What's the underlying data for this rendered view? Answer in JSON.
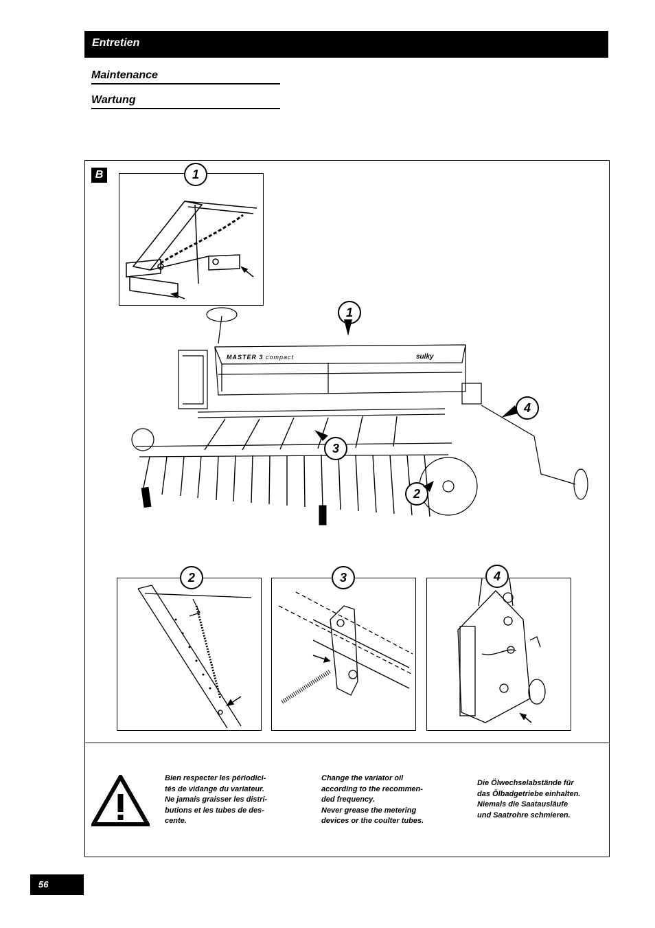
{
  "header": {
    "title": "Entretien"
  },
  "subtitles": {
    "en": "Maintenance",
    "de": "Wartung"
  },
  "figure": {
    "section_label": "B",
    "callouts": {
      "detail1": "1",
      "main1": "1",
      "main2": "2",
      "main3": "3",
      "main4": "4",
      "detail2": "2",
      "detail3": "3",
      "detail4": "4"
    },
    "machine_label": "MASTER 3",
    "machine_sublabel": "compact",
    "brand": "sulky"
  },
  "warning": {
    "icon": "warning-triangle-icon",
    "fr": "Bien respecter les périodici-\ntés de vidange du variateur.\nNe jamais graisser les distri-\nbutions et les tubes de des-\ncente.",
    "en": "Change the variator oil\naccording to the recommen-\nded frequency.\nNever grease the metering\ndevices or the coulter tubes.",
    "de": "Die Ölwechselabstände für\ndas Ölbadgetriebe einhalten.\nNiemals die Saatausläufe\nund Saatrohre schmieren."
  },
  "page_number": "56"
}
